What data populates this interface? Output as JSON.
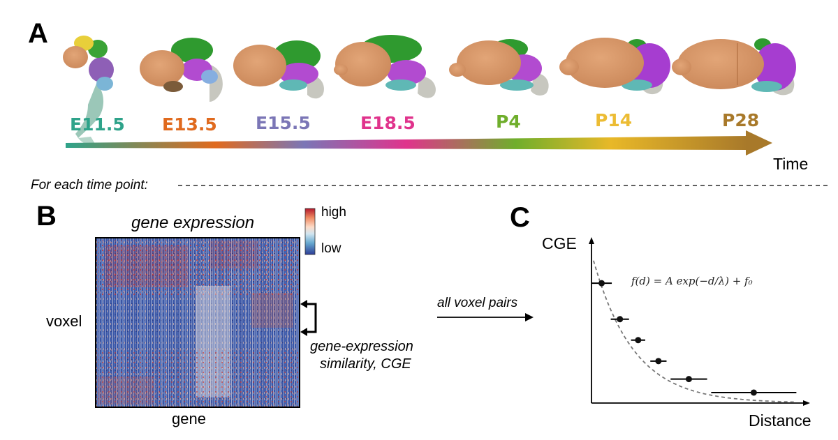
{
  "panel_a": {
    "label": "A",
    "stages": [
      {
        "label": "E11.5",
        "color": "#2ea38a"
      },
      {
        "label": "E13.5",
        "color": "#e06a1e"
      },
      {
        "label": "E15.5",
        "color": "#7b76b6"
      },
      {
        "label": "E18.5",
        "color": "#e0338c"
      },
      {
        "label": "P4",
        "color": "#6fae2c"
      },
      {
        "label": "P14",
        "color": "#ecbc34"
      },
      {
        "label": "P28",
        "color": "#a8792a"
      }
    ],
    "arrow_label": "Time"
  },
  "separator_label": "For each time point:",
  "panel_b": {
    "label": "B",
    "title": "gene expression",
    "ylabel": "voxel",
    "xlabel": "gene",
    "colorbar": {
      "high": "high",
      "low": "low"
    },
    "bracket_note_line1": "gene-expression",
    "bracket_note_line2": "similarity, CGE"
  },
  "middle_arrow_label": "all voxel pairs",
  "panel_c": {
    "label": "C",
    "formula": "f(d) = A exp(−d/λ) + f₀"
  },
  "chart_data": {
    "type": "scatter",
    "xlabel": "Distance",
    "ylabel": "CGE",
    "points": [
      {
        "x": 0.05,
        "y": 0.8,
        "xerr": 0.05
      },
      {
        "x": 0.14,
        "y": 0.56,
        "xerr": 0.045
      },
      {
        "x": 0.23,
        "y": 0.42,
        "xerr": 0.035
      },
      {
        "x": 0.33,
        "y": 0.28,
        "xerr": 0.04
      },
      {
        "x": 0.48,
        "y": 0.16,
        "xerr": 0.09
      },
      {
        "x": 0.8,
        "y": 0.07,
        "xerr": 0.21
      }
    ],
    "fit": {
      "A": 1.0,
      "lambda": 0.2,
      "f0": 0.0
    },
    "xlim": [
      0,
      1.05
    ],
    "ylim": [
      0,
      1.08
    ],
    "grid": false,
    "axis_ticks": false
  }
}
